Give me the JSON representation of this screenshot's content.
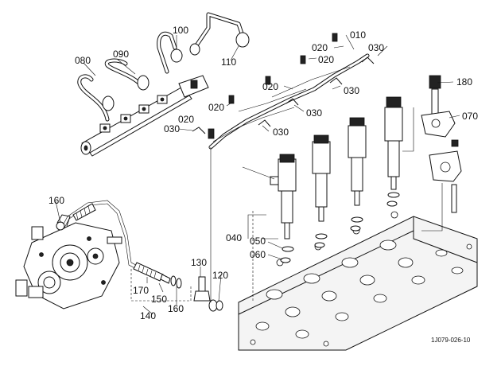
{
  "labels": {
    "p010": "010",
    "p020": "020",
    "p030": "030",
    "p040": "040",
    "p050": "050",
    "p060": "060",
    "p070": "070",
    "p080": "080",
    "p090": "090",
    "p100": "100",
    "p110": "110",
    "p120": "120",
    "p130": "130",
    "p140": "140",
    "p150": "150",
    "p160": "160",
    "p170": "170",
    "p180": "180"
  },
  "reference_code": "1J079-026-10"
}
